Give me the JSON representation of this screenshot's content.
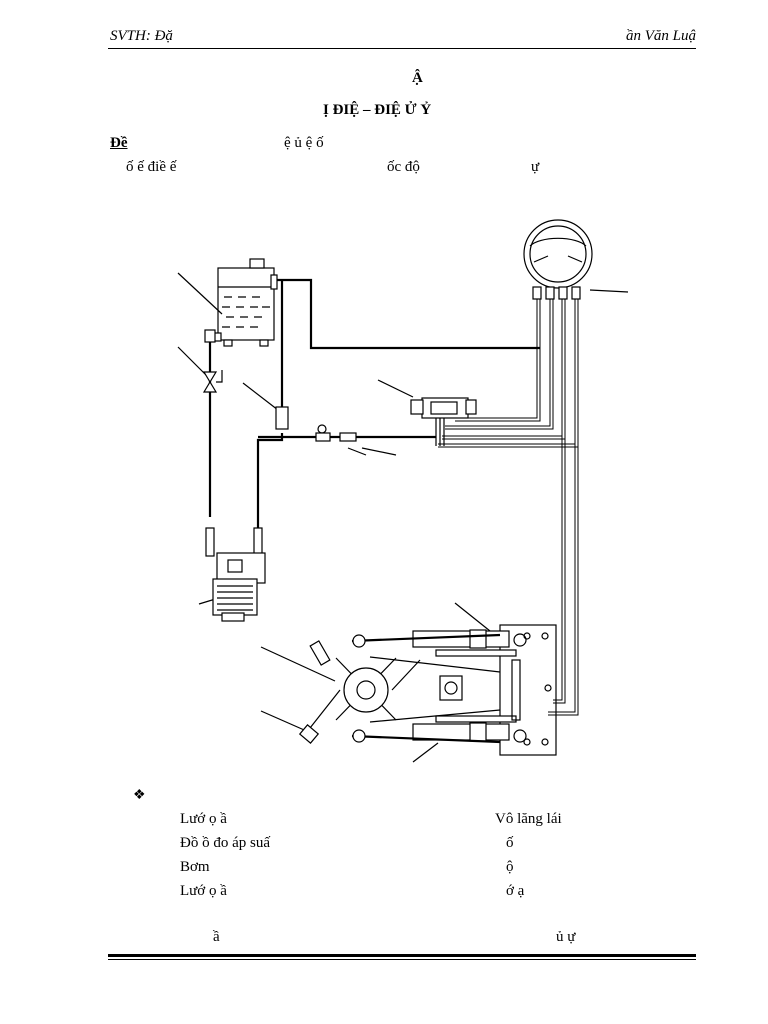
{
  "header": {
    "left": "SVTH: Đặ",
    "right": "ần Văn Luậ"
  },
  "title": {
    "line1": "Ậ",
    "line2": "Ị ĐIỆ    – ĐIỆ    Ử                  Ỷ"
  },
  "intro": {
    "label": "Đề",
    "line1_rest": "ệ    ủ    ệ    ố",
    "line2_a": "ố      ế điề       ế",
    "line2_b": "ốc độ",
    "line2_c": "ự"
  },
  "legend": {
    "bullet": "❖",
    "left": [
      "Lướ    ọ      ầ",
      "Đồ      ồ đo áp suấ",
      "Bơm",
      "Lướ    ọ      ầ"
    ],
    "right": [
      "Vô lăng lái",
      "ố",
      "ộ",
      "ớ    ạ"
    ]
  },
  "footer": {
    "left": "ầ",
    "right": "ủ    ự"
  }
}
